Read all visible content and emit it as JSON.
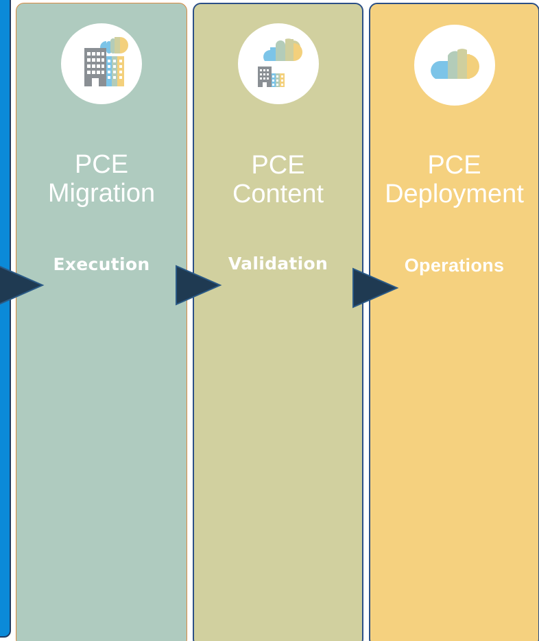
{
  "columns": [
    {
      "title_line1": "PCE",
      "title_line2": "Migration",
      "phase": "Execution",
      "icon": "buildings-with-cloud-icon",
      "background": "#afcbbf"
    },
    {
      "title_line1": "PCE",
      "title_line2": "Content",
      "phase": "Validation",
      "icon": "cloud-with-buildings-icon",
      "background": "#d1d09f"
    },
    {
      "title_line1": "PCE",
      "title_line2": "Deployment",
      "phase": "Operations",
      "icon": "cloud-icon",
      "background": "#f5d17f"
    }
  ],
  "colors": {
    "strip": "#0b8ad8",
    "arrow": "#1f3a52",
    "cloud_blue": "#7cc4e8",
    "cloud_green": "#b3ccb9",
    "cloud_olive": "#cfcf9e",
    "cloud_yellow": "#f3d07c",
    "building_gray": "#8a8f94"
  }
}
